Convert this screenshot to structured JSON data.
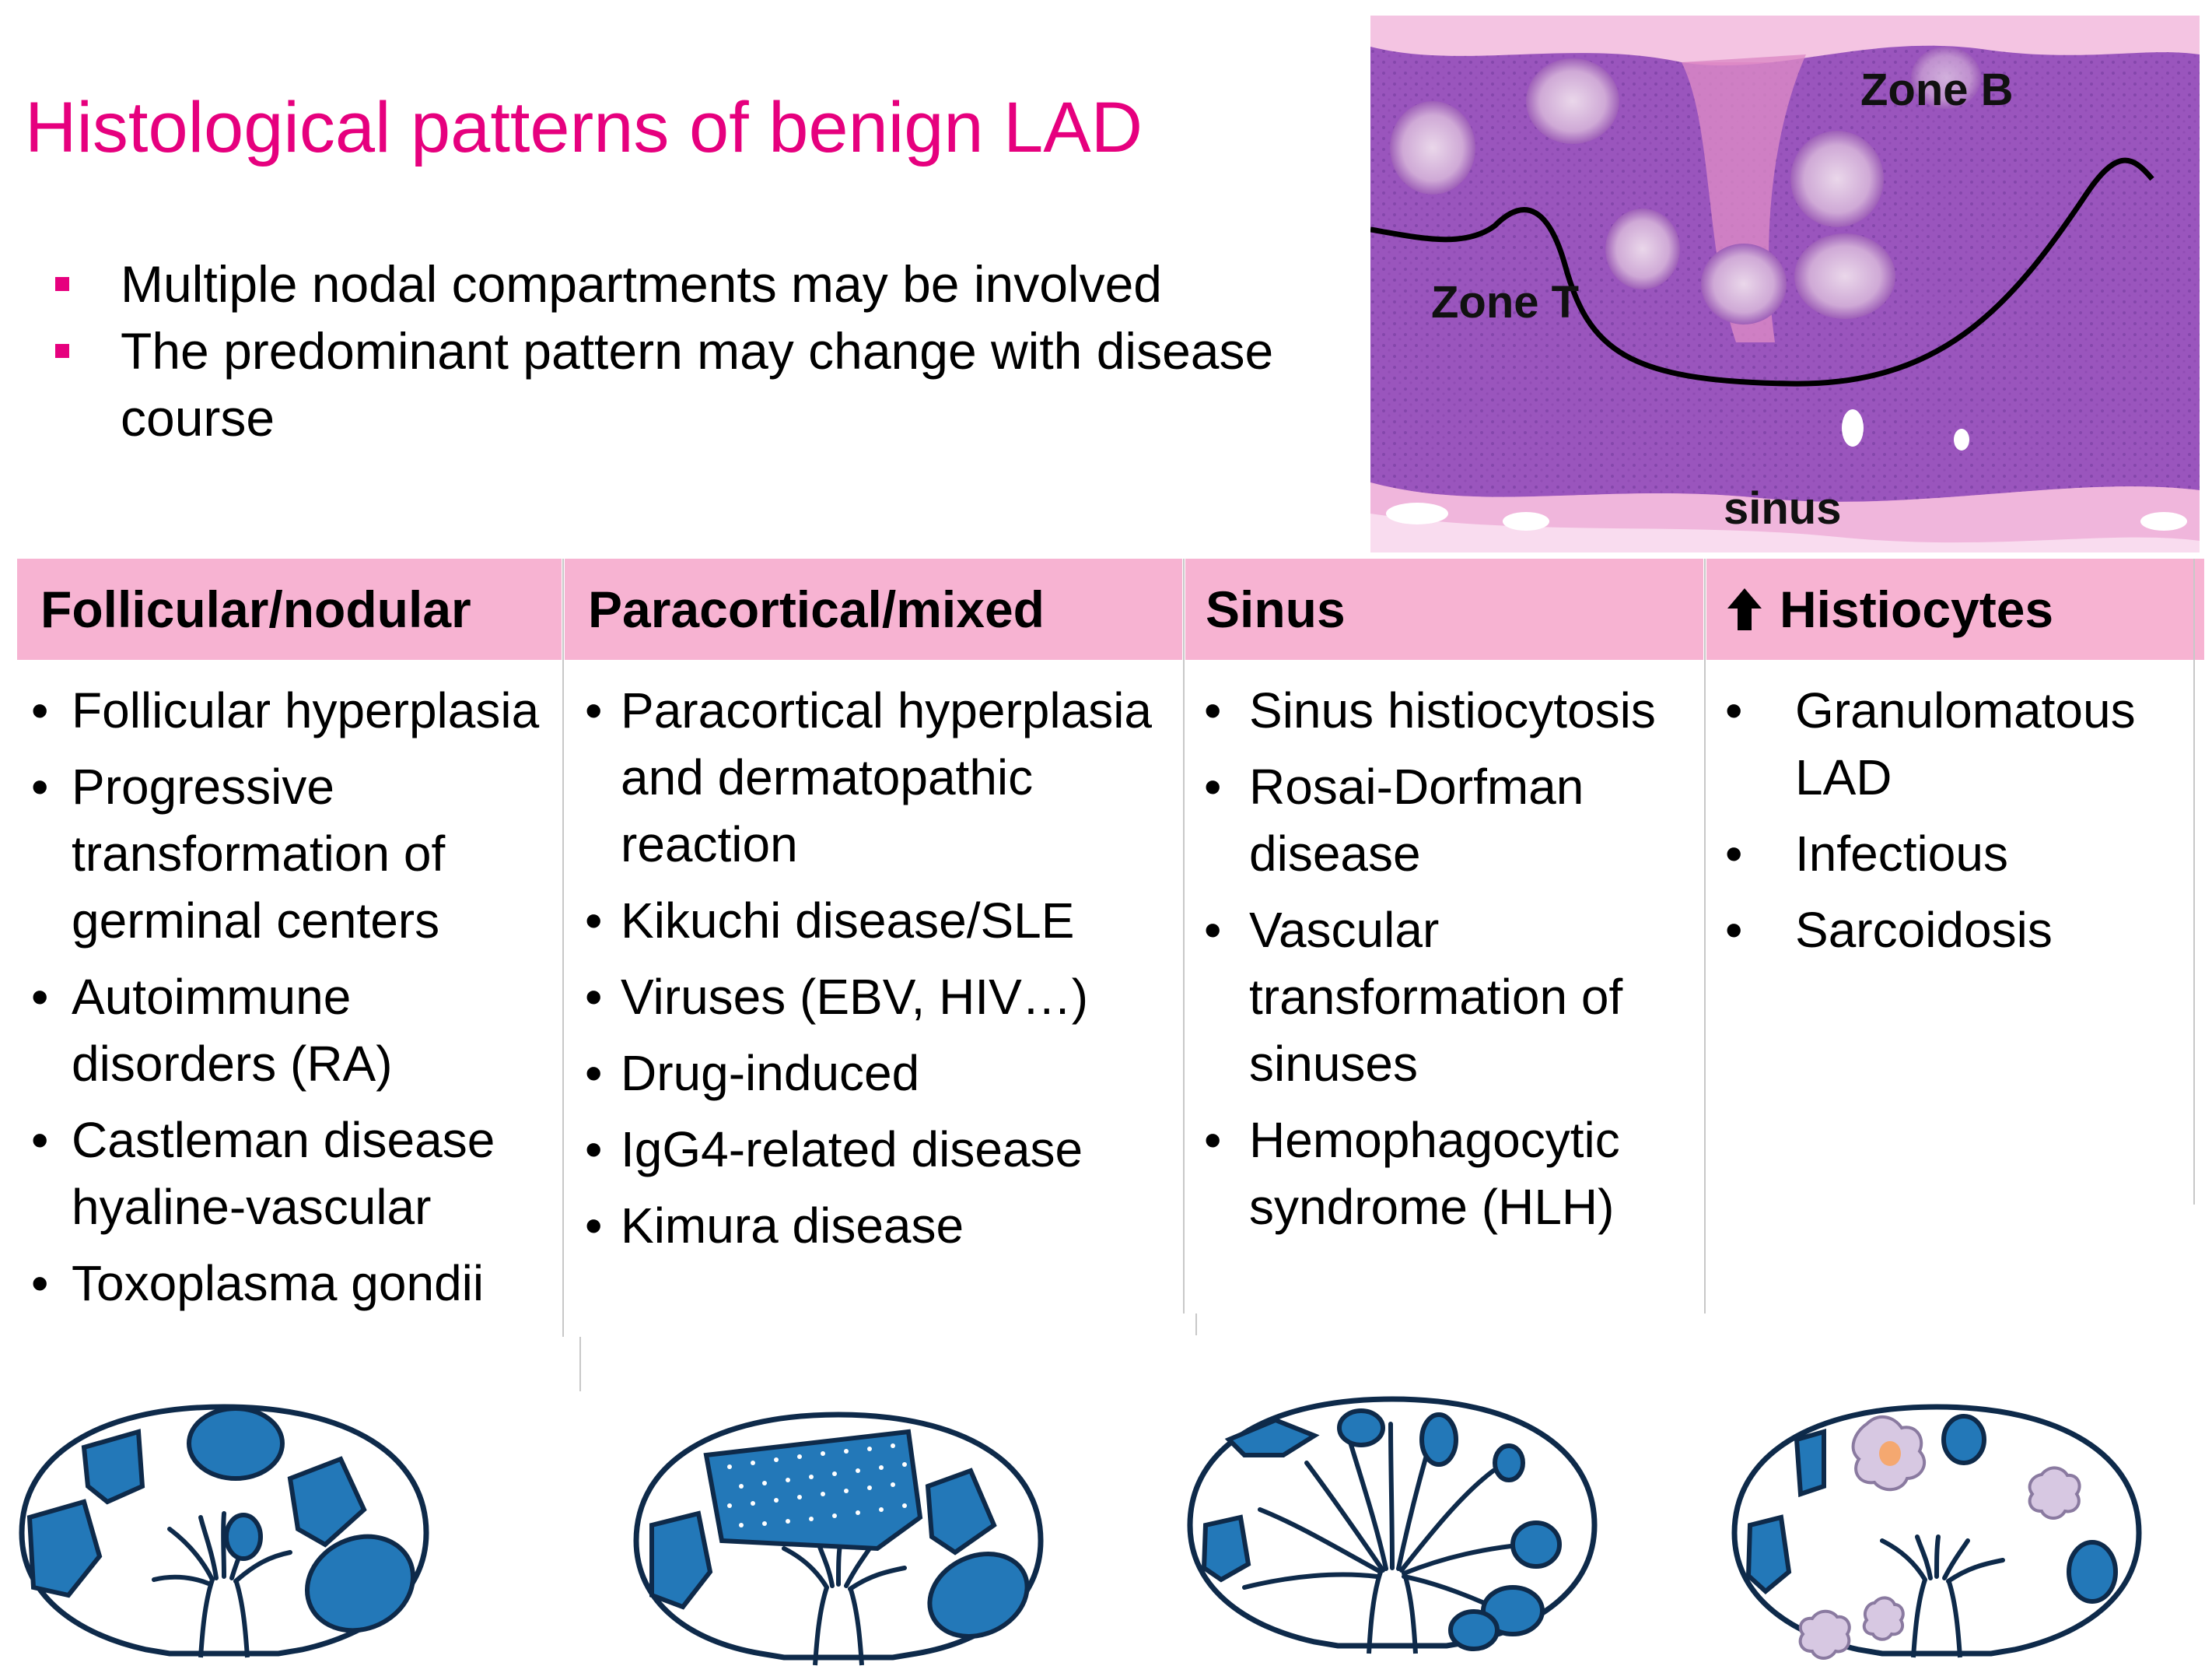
{
  "title": "Histological patterns of benign LAD",
  "bullets": [
    "Multiple nodal compartments may be involved",
    "The predominant pattern may change with disease course"
  ],
  "image_labels": {
    "zone_b": "Zone B",
    "zone_t": "Zone T",
    "sinus": "sinus"
  },
  "columns": [
    {
      "header": "Follicular/nodular",
      "items": [
        "Follicular hyperplasia",
        "Progressive transformation of germinal centers",
        "Autoimmune disorders (RA)",
        "Castleman disease hyaline-vascular",
        "Toxoplasma gondii"
      ]
    },
    {
      "header": "Paracortical/mixed",
      "items": [
        "Paracortical hyperplasia and dermatopathic reaction",
        "Kikuchi disease/SLE",
        "Viruses (EBV, HIV…)",
        "Drug-induced",
        "IgG4-related disease",
        "Kimura disease"
      ]
    },
    {
      "header": "Sinus",
      "items": [
        "Sinus histiocytosis",
        "Rosai-Dorfman disease",
        "Vascular transformation of sinuses",
        "Hemophagocytic syndrome (HLH)"
      ]
    },
    {
      "header": "Histiocytes",
      "header_icon": "up-arrow-icon",
      "items": [
        "Granulomatous LAD",
        "Infectious",
        "Sarcoidosis"
      ]
    }
  ],
  "colors": {
    "title": "#E6007E",
    "bullet_marker": "#E6007E",
    "header_fill": "#F7B3D2",
    "node_outline": "#0E2A4A",
    "node_fill": "#2378B8",
    "granuloma_fill": "#D7C8E2"
  }
}
